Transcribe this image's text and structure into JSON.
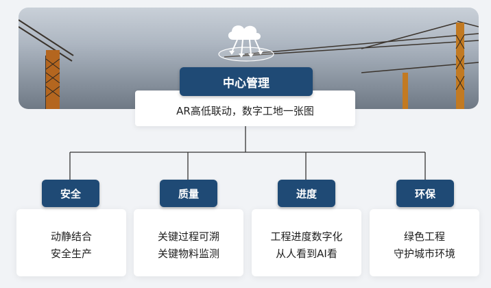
{
  "center": {
    "title": "中心管理",
    "subtitle": "AR高低联动，数字工地一张图",
    "icon": "cloud-network-icon"
  },
  "branches": [
    {
      "title": "安全",
      "lines": [
        "动静结合",
        "安全生产"
      ]
    },
    {
      "title": "质量",
      "lines": [
        "关键过程可溯",
        "关键物料监测"
      ]
    },
    {
      "title": "进度",
      "lines": [
        "工程进度数字化",
        "从人看到AI看"
      ]
    },
    {
      "title": "环保",
      "lines": [
        "绿色工程",
        "守护城市环境"
      ]
    }
  ],
  "colors": {
    "accent": "#1f4a75",
    "card": "#ffffff",
    "background": "#f1f3f6",
    "line": "#333333"
  }
}
